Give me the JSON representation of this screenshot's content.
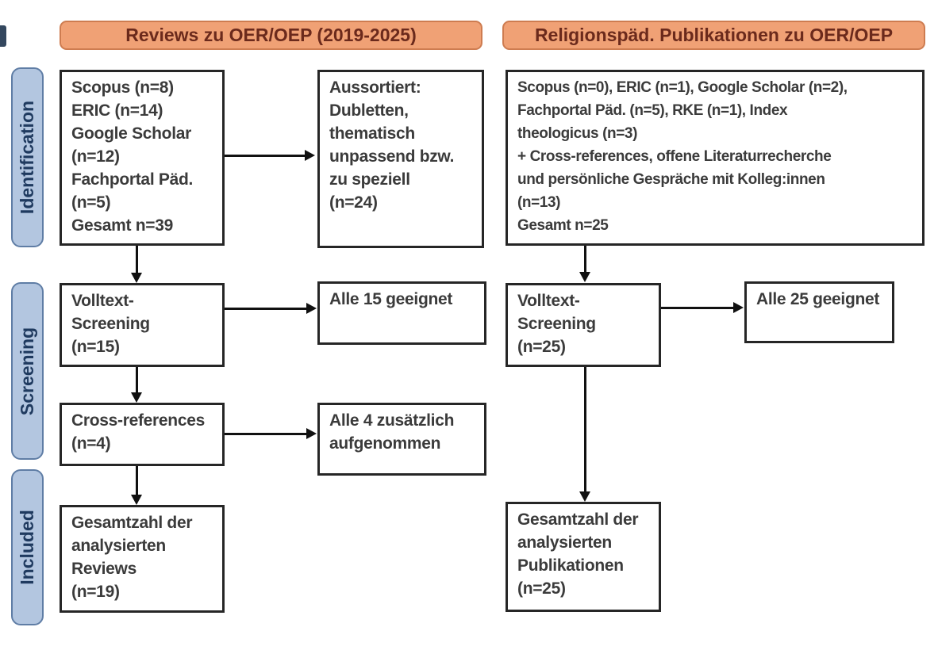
{
  "diagram": {
    "headers": [
      {
        "label": "Reviews zu OER/OEP (2019-2025)"
      },
      {
        "label": "Religionspäd. Publikationen zu OER/OEP"
      }
    ],
    "stages": [
      {
        "label": "Identification"
      },
      {
        "label": "Screening"
      },
      {
        "label": "Included"
      }
    ],
    "nodes": {
      "left_sources": "Scopus (n=8)\nERIC (n=14)\nGoogle Scholar\n(n=12)\nFachportal Päd.\n(n=5)\nGesamt n=39",
      "left_excluded": "Aussortiert:\nDubletten,\nthematisch\nunpassend bzw.\nzu speziell\n(n=24)",
      "left_fulltext": "Volltext-\nScreening\n(n=15)",
      "left_eligible": "Alle 15 geeignet",
      "left_crossref": "Cross-references\n(n=4)",
      "left_added": "Alle 4 zusätzlich\naufgenommen",
      "left_total": "Gesamtzahl der\nanalysierten\nReviews\n(n=19)",
      "right_sources": "Scopus (n=0), ERIC (n=1), Google Scholar (n=2),\nFachportal Päd. (n=5), RKE (n=1), Index\ntheologicus (n=3)\n+ Cross-references, offene Literaturrecherche\nund persönliche Gespräche mit Kolleg:innen\n(n=13)\nGesamt n=25",
      "right_fulltext": "Volltext-\nScreening\n(n=25)",
      "right_eligible": "Alle 25 geeignet",
      "right_total": "Gesamtzahl der\nanalysierten\nPublikationen\n(n=25)"
    },
    "colors": {
      "header_fill": "#F0A175",
      "header_border": "#CE7C50",
      "header_text": "#6B2A1C",
      "stage_fill": "#B3C6E0",
      "stage_border": "#5F7DA5",
      "stage_text": "#1F3A5F",
      "box_border": "#262626",
      "box_text": "#3B3B3B",
      "arrow": "#111111",
      "background": "#FFFFFF"
    }
  }
}
